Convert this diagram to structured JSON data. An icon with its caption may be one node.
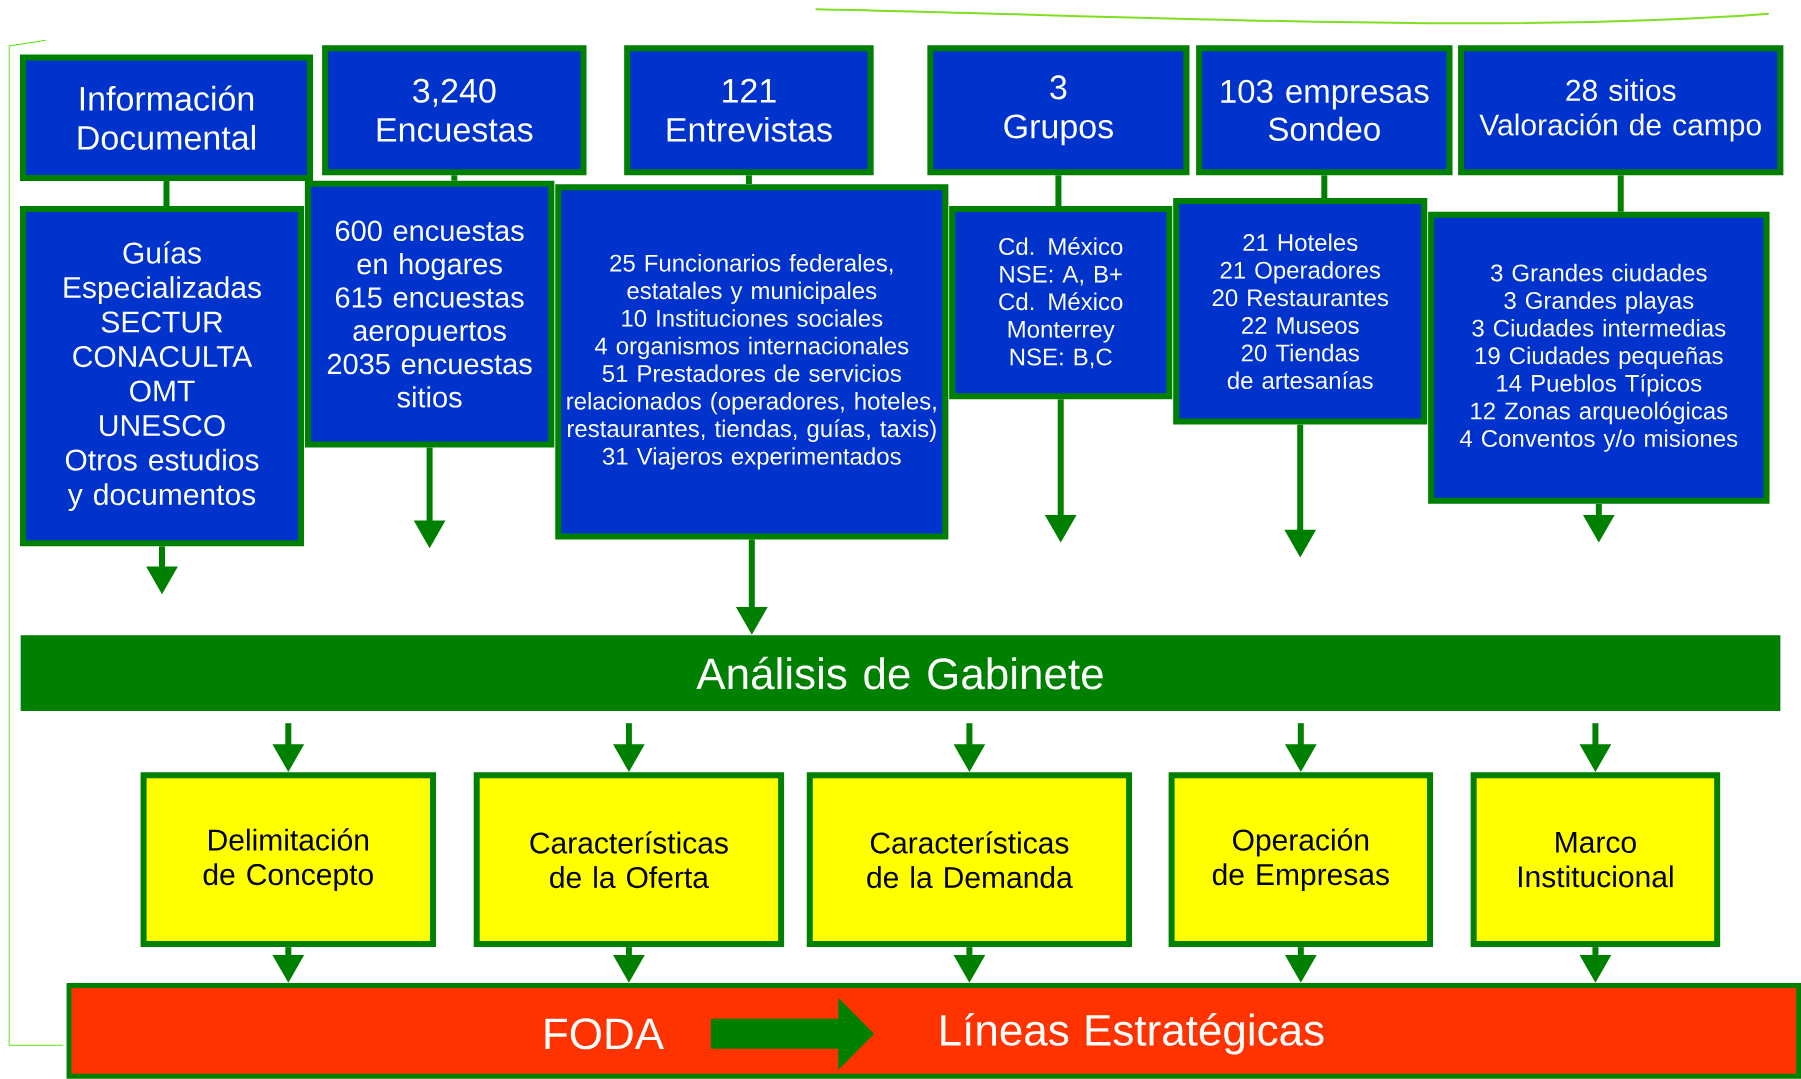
{
  "diagram": {
    "nodes": [
      {
        "text": [
          "Información Documental"
        ]
      },
      {
        "text": [
          "3,240",
          "Encuestas"
        ]
      },
      {
        "text": [
          "121",
          "Entrevistas"
        ]
      },
      {
        "text": [
          "3",
          "Grupos"
        ]
      },
      {
        "text": [
          "103 empresas",
          "Sondeo"
        ]
      },
      {
        "text": [
          "28 sitios",
          "Valoración de campo"
        ]
      },
      {
        "text": [
          "Guías Especializadas",
          "SECTUR",
          "CONACULTA",
          "OMT",
          "UNESCO",
          "Otros estudios y documentos"
        ]
      },
      {
        "text": [
          "600 encuestas en hogares",
          "615 encuestas aeropuertos",
          "2035 encuestas sitios"
        ]
      },
      {
        "text": [
          "25 Funcionarios federales, estatales y municipales",
          "10 Instituciones sociales",
          "4 organismos internacionales",
          "51 Prestadores de servicios relacionados (operadores, hoteles, restaurantes, tiendas, guías, taxis)",
          "31 Viajeros experimentados"
        ]
      },
      {
        "text": [
          "Cd. México",
          "NSE:  A, B+",
          "Cd. México",
          "Monterrey",
          "NSE: B,C"
        ]
      },
      {
        "text": [
          "21 Hoteles",
          "21 Operadores",
          "20 Restaurantes",
          "22 Museos",
          "20 Tiendas de artesanías"
        ]
      },
      {
        "text": [
          "3 Grandes ciudades",
          "3 Grandes playas",
          "3 Ciudades intermedias",
          "19 Ciudades pequeñas",
          "14 Pueblos Típicos",
          "12 Zonas arqueológicas",
          "4 Conventos y/o misiones"
        ]
      },
      {
        "text": [
          "Análisis de Gabinete"
        ]
      },
      {
        "text": [
          "Delimitación de Concepto"
        ]
      },
      {
        "text": [
          "Características de la Oferta"
        ]
      },
      {
        "text": [
          "Características de la Demanda"
        ]
      },
      {
        "text": [
          "Operación de Empresas"
        ]
      },
      {
        "text": [
          "Marco Institucional"
        ]
      },
      {
        "text": [],
        "shape": "bar"
      },
      {
        "text": [
          "FODA"
        ],
        "in": 18
      },
      {
        "text": [
          "Líneas Estratégicas"
        ],
        "in": 18
      }
    ],
    "edges": [
      {
        "from": 0,
        "to": 6,
        "arrow": "none"
      },
      {
        "from": 1,
        "to": 7,
        "arrow": "none"
      },
      {
        "from": 2,
        "to": 8,
        "arrow": "none"
      },
      {
        "from": 3,
        "to": 9,
        "arrow": "none"
      },
      {
        "from": 4,
        "to": 10,
        "arrow": "none"
      },
      {
        "from": 5,
        "to": 11,
        "arrow": "none"
      },
      {
        "from": 6,
        "to": null,
        "arrow": "to"
      },
      {
        "from": 7,
        "to": null,
        "arrow": "to"
      },
      {
        "from": 8,
        "to": 12,
        "arrow": "to"
      },
      {
        "from": 9,
        "to": null,
        "arrow": "to"
      },
      {
        "from": 10,
        "to": null,
        "arrow": "to"
      },
      {
        "from": 11,
        "to": null,
        "arrow": "to"
      },
      {
        "from": 12,
        "to": 13,
        "arrow": "to"
      },
      {
        "from": 12,
        "to": 14,
        "arrow": "to"
      },
      {
        "from": 12,
        "to": 15,
        "arrow": "to"
      },
      {
        "from": 12,
        "to": 16,
        "arrow": "to"
      },
      {
        "from": 12,
        "to": 17,
        "arrow": "to"
      },
      {
        "from": 13,
        "to": 18,
        "arrow": "to"
      },
      {
        "from": 14,
        "to": 18,
        "arrow": "to"
      },
      {
        "from": 15,
        "to": 18,
        "arrow": "to"
      },
      {
        "from": 16,
        "to": 18,
        "arrow": "to"
      },
      {
        "from": 17,
        "to": 18,
        "arrow": "to"
      },
      {
        "from": 19,
        "to": 20,
        "arrow": "to",
        "style": "thick"
      }
    ]
  }
}
